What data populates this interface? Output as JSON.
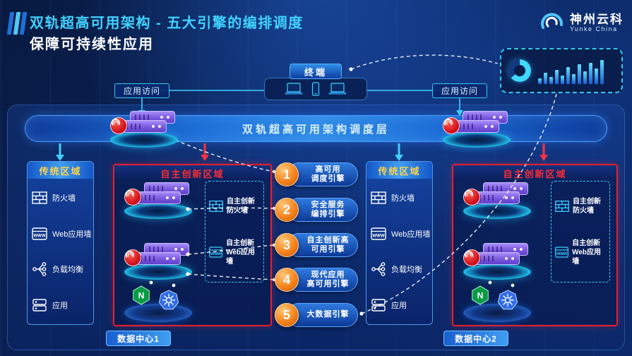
{
  "header": {
    "title_line1": "双轨超高可用架构 - 五大引擎的编排调度",
    "title_line2": "保障可持续性应用",
    "brand": "神州云科",
    "brand_sub": "Yunke China"
  },
  "terminal": {
    "label": "终端"
  },
  "access": {
    "left": "应用访问",
    "right": "应用访问"
  },
  "scheduler": {
    "label": "双轨超高可用架构调度层"
  },
  "engines": [
    {
      "num": "1",
      "line1": "高可用",
      "line2": "调度引擎"
    },
    {
      "num": "2",
      "line1": "安全服务",
      "line2": "编排引擎"
    },
    {
      "num": "3",
      "line1": "自主创新高",
      "line2": "可用引擎"
    },
    {
      "num": "4",
      "line1": "现代应用",
      "line2": "高可用引擎"
    },
    {
      "num": "5",
      "line1": "大数据引擎",
      "line2": ""
    }
  ],
  "dc_left": {
    "traditional_title": "传统区域",
    "items": [
      "防火墙",
      "Web应用墙",
      "负载均衡",
      "应用"
    ],
    "innovation_title": "自主创新区域",
    "fw_line1": "自主创新",
    "fw_line2": "防火墙",
    "waf_line1": "自主创新",
    "waf_line2": "Web应用墙",
    "label": "数据中心1"
  },
  "dc_right": {
    "traditional_title": "传统区域",
    "items": [
      "防火墙",
      "Web应用墙",
      "负载均衡",
      "应用"
    ],
    "innovation_title": "自主创新区域",
    "fw_line1": "自主创新",
    "fw_line2": "防火墙",
    "waf_line1": "自主创新",
    "waf_line2": "Web应用墙",
    "label": "数据中心2"
  },
  "icons": {
    "www_text": "WWW",
    "nginx_letter": "N"
  },
  "colors": {
    "accent_cyan": "#3fd0ff",
    "accent_red": "#e81f2f",
    "accent_orange": "#f5831e",
    "accent_yellow": "#ffd24a"
  }
}
